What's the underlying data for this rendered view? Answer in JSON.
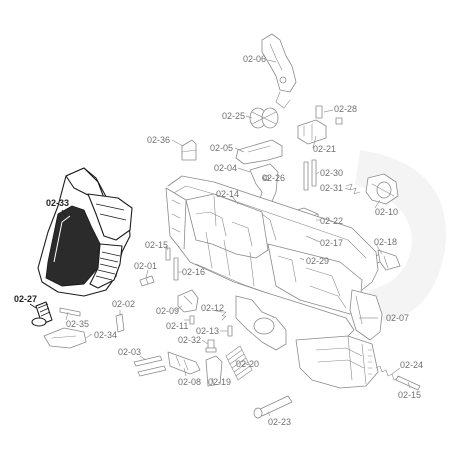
{
  "diagram": {
    "highlighted_parts": [
      "02-33",
      "02-27"
    ],
    "callouts": [
      {
        "id": "06",
        "label": "02-06"
      },
      {
        "id": "28",
        "label": "02-28"
      },
      {
        "id": "25",
        "label": "02-25"
      },
      {
        "id": "36",
        "label": "02-36"
      },
      {
        "id": "05",
        "label": "02-05"
      },
      {
        "id": "21",
        "label": "02-21"
      },
      {
        "id": "04",
        "label": "02-04"
      },
      {
        "id": "26",
        "label": "02-26"
      },
      {
        "id": "30",
        "label": "02-30"
      },
      {
        "id": "31",
        "label": "02-31"
      },
      {
        "id": "33",
        "label": "02-33"
      },
      {
        "id": "14",
        "label": "02-14"
      },
      {
        "id": "10",
        "label": "02-10"
      },
      {
        "id": "22",
        "label": "02-22"
      },
      {
        "id": "17",
        "label": "02-17"
      },
      {
        "id": "15a",
        "label": "02-15"
      },
      {
        "id": "18",
        "label": "02-18"
      },
      {
        "id": "01",
        "label": "02-01"
      },
      {
        "id": "16",
        "label": "02-16"
      },
      {
        "id": "29",
        "label": "02-29"
      },
      {
        "id": "27",
        "label": "02-27"
      },
      {
        "id": "02",
        "label": "02-02"
      },
      {
        "id": "09",
        "label": "02-09"
      },
      {
        "id": "12",
        "label": "02-12"
      },
      {
        "id": "35",
        "label": "02-35"
      },
      {
        "id": "11",
        "label": "02-11"
      },
      {
        "id": "07",
        "label": "02-07"
      },
      {
        "id": "34",
        "label": "02-34"
      },
      {
        "id": "13",
        "label": "02-13"
      },
      {
        "id": "32",
        "label": "02-32"
      },
      {
        "id": "03",
        "label": "02-03"
      },
      {
        "id": "20",
        "label": "02-20"
      },
      {
        "id": "08",
        "label": "02-08"
      },
      {
        "id": "19",
        "label": "02-19"
      },
      {
        "id": "24",
        "label": "02-24"
      },
      {
        "id": "15b",
        "label": "02-15"
      },
      {
        "id": "23",
        "label": "02-23"
      }
    ]
  },
  "colors": {
    "background": "#ffffff",
    "part_line": "#8a8a8a",
    "label": "#6f6f6f",
    "highlight": "#222222"
  }
}
